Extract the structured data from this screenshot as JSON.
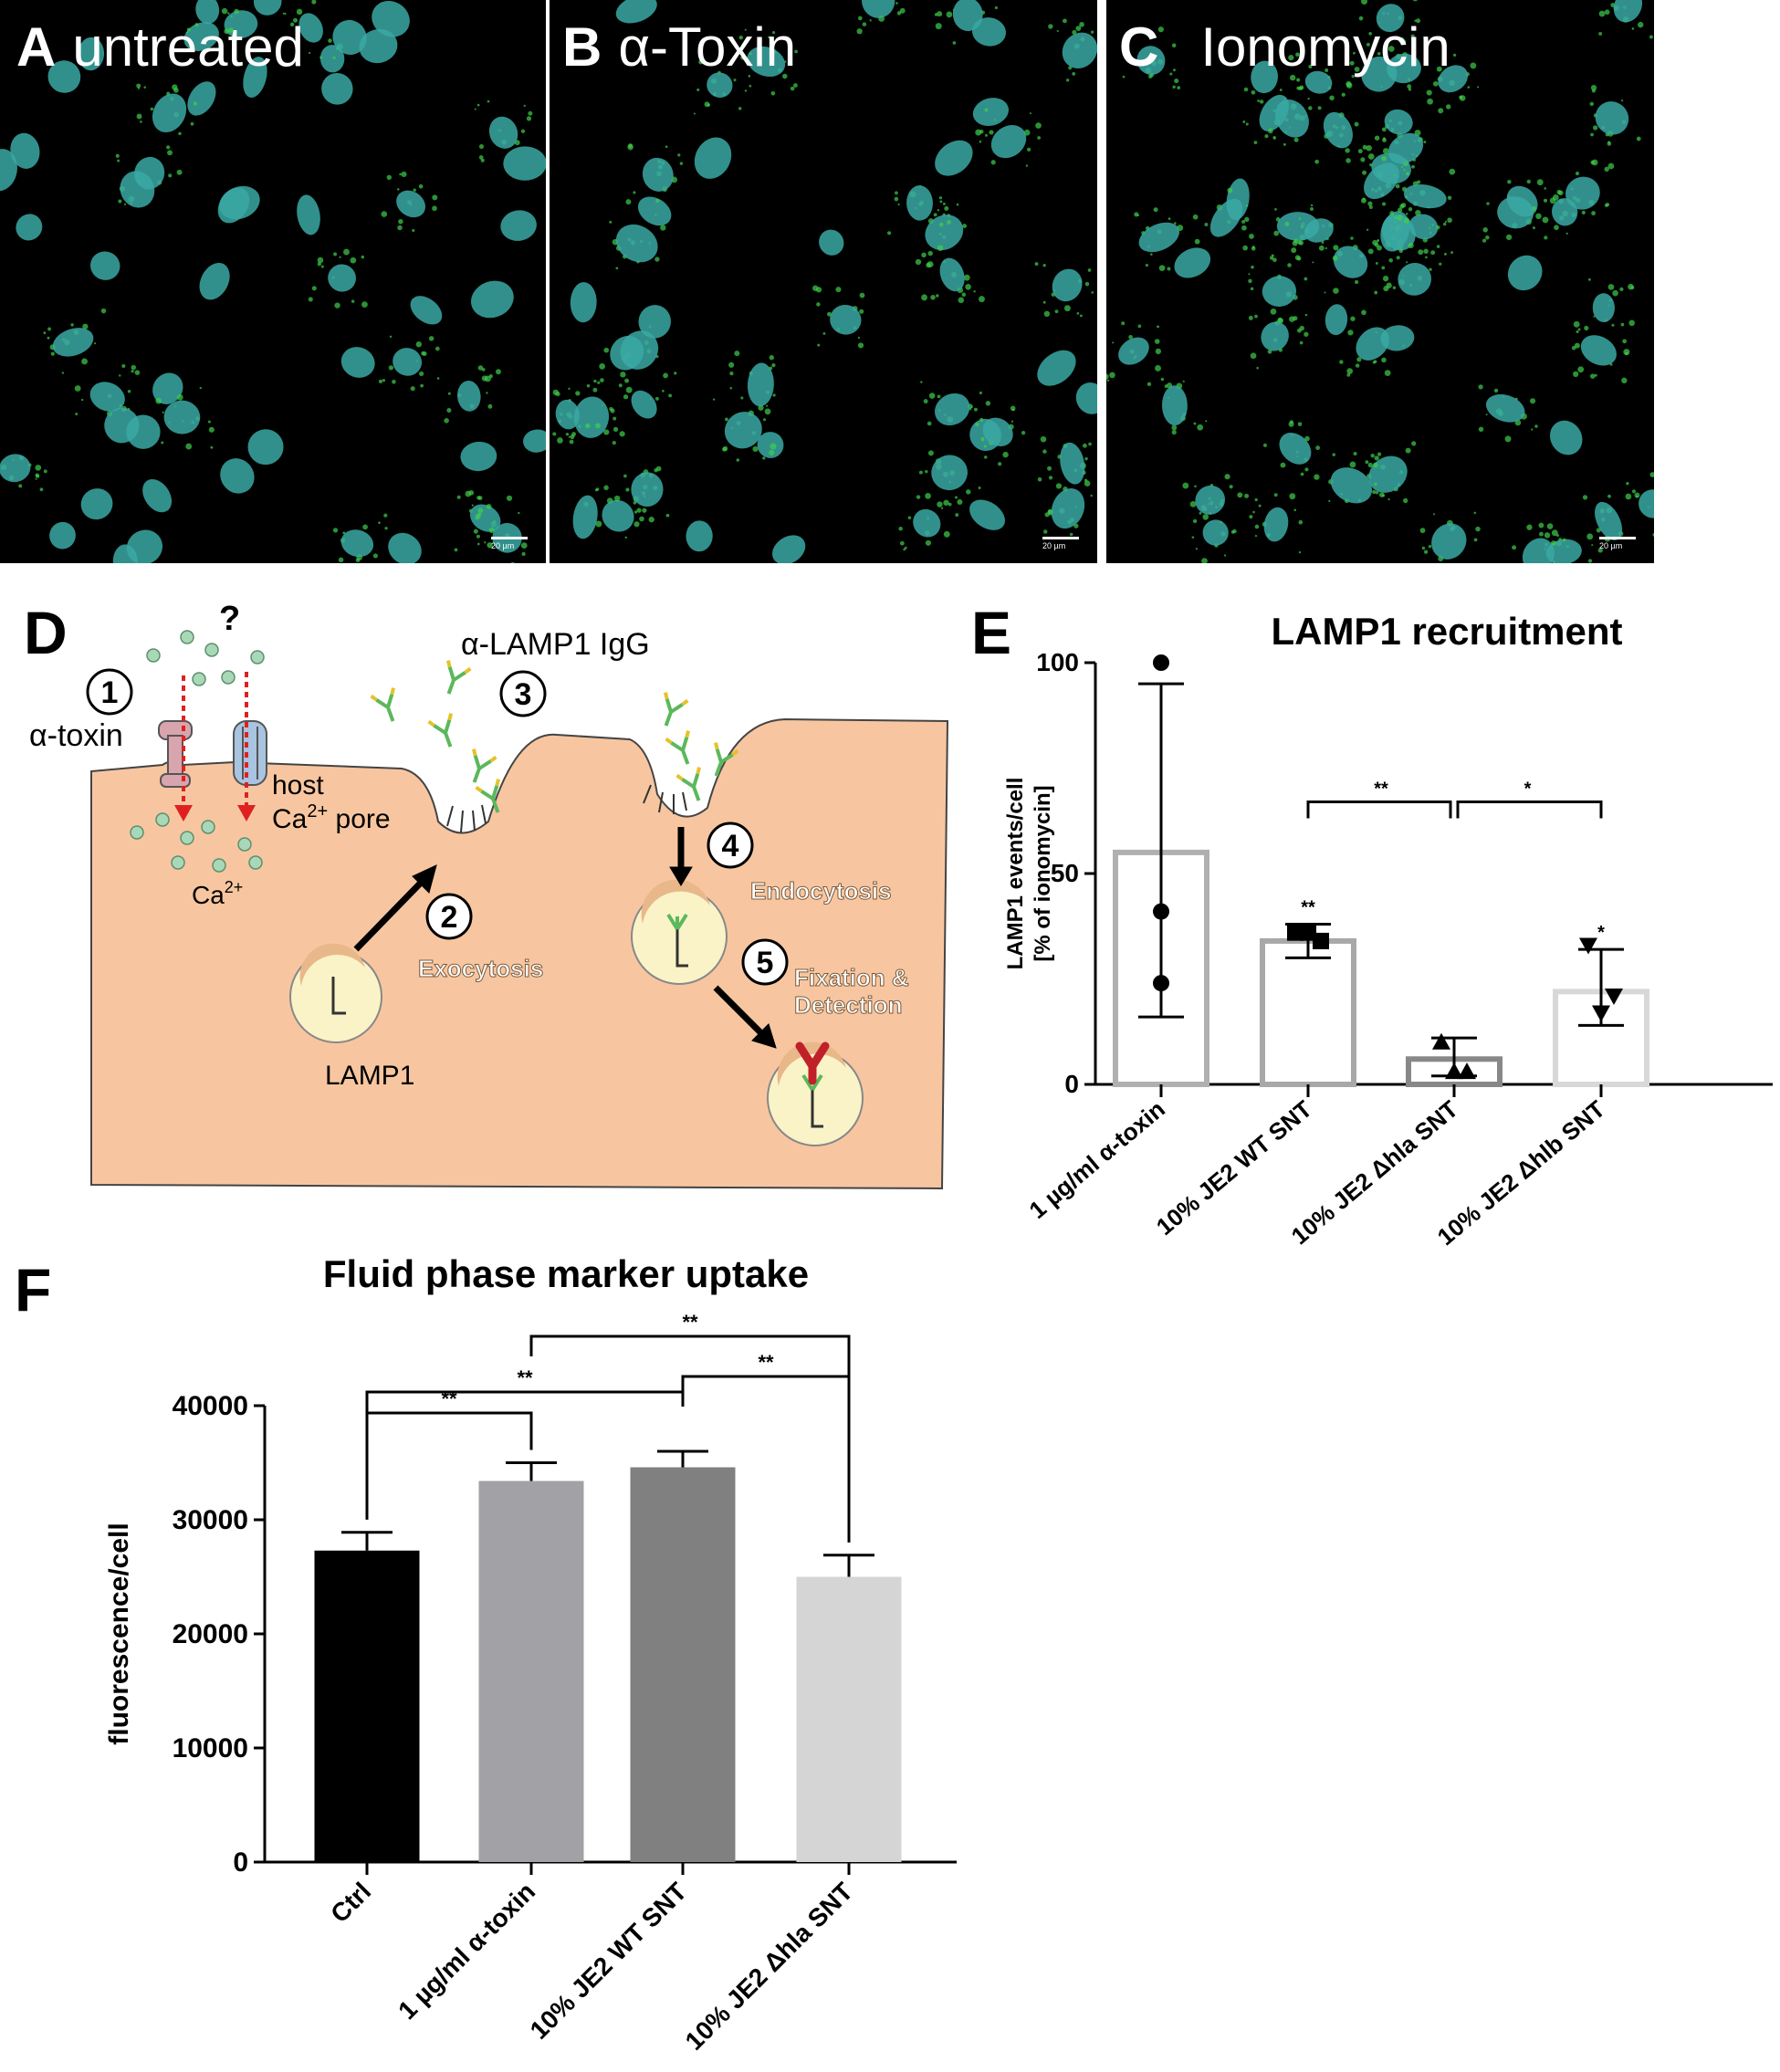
{
  "panels": {
    "A": {
      "letter": "A",
      "label": "untreated",
      "scale": "20 µm"
    },
    "B": {
      "letter": "B",
      "label": "α-Toxin",
      "scale": "20 µm"
    },
    "C": {
      "letter": "C",
      "label": "Ionomycin",
      "scale": "20 µm"
    },
    "D": {
      "letter": "D"
    },
    "E": {
      "letter": "E"
    },
    "F": {
      "letter": "F"
    }
  },
  "diagram": {
    "question": "?",
    "alpha_toxin": "α-toxin",
    "host": "host",
    "ca_pore": "Ca",
    "ca_pore_sup": "2+",
    "ca_pore_suffix": " pore",
    "ca_ion": "Ca",
    "ca_ion_sup": "2+",
    "antibody": "α-LAMP1 IgG",
    "lamp1": "LAMP1",
    "steps": [
      "1",
      "2",
      "3",
      "4",
      "5"
    ],
    "exocytosis": "Exocytosis",
    "endocytosis": "Endocytosis",
    "fixation_1": "Fixation &",
    "fixation_2": "Detection",
    "colors": {
      "cell": "#f7c6a0",
      "cell_stroke": "#444444",
      "antibody_green": "#5bb85b",
      "antibody_yellow": "#e6c229",
      "detect_red": "#c0202a",
      "ca_green": "#a9d8b8",
      "arrow_red": "#e02020",
      "toxin_pink": "#d8a4ad",
      "pore_blue": "#a9c4e0"
    }
  },
  "chart_data": [
    {
      "type": "bar",
      "title": "LAMP1 recruitment",
      "ylabel_line1": "LAMP1 events/cell",
      "ylabel_line2": "[% of ionomycin]",
      "categories": [
        "1 µg/ml α-toxin",
        "10% JE2 WT SNT",
        "10% JE2 Δhla SNT",
        "10% JE2 Δhlb SNT"
      ],
      "values": [
        55,
        34,
        6,
        22
      ],
      "error_high": [
        95,
        38,
        11,
        32
      ],
      "error_low": [
        16,
        30,
        2,
        14
      ],
      "points": [
        [
          100,
          41,
          24
        ],
        [
          36,
          36,
          34
        ],
        [
          10,
          3,
          3
        ],
        [
          33,
          17,
          21
        ]
      ],
      "markers": [
        "circle",
        "square",
        "triangle-up",
        "triangle-down"
      ],
      "bar_colors": [
        "#b0b0b0",
        "#a8a8a8",
        "#888888",
        "#d8d8d8"
      ],
      "ylim": [
        0,
        100
      ],
      "yticks": [
        0,
        50,
        100
      ],
      "bar_significance": [
        "",
        "**",
        "",
        "*"
      ],
      "brackets": [
        {
          "from": 1,
          "to": 2,
          "label": "**"
        },
        {
          "from": 2,
          "to": 3,
          "label": "*"
        }
      ]
    },
    {
      "type": "bar",
      "title": "Fluid phase marker uptake",
      "ylabel": "fluorescence/cell",
      "categories": [
        "Ctrl",
        "1 µg/ml α-toxin",
        "10% JE2 WT SNT",
        "10% JE2 Δhla SNT"
      ],
      "values": [
        27300,
        33400,
        34600,
        25000
      ],
      "errors": [
        1600,
        1600,
        1400,
        1900
      ],
      "bar_colors": [
        "#000000",
        "#a2a2a6",
        "#808080",
        "#d5d5d5"
      ],
      "ylim": [
        0,
        40000
      ],
      "yticks": [
        0,
        10000,
        20000,
        30000,
        40000
      ],
      "brackets": [
        {
          "from": 0,
          "to": 1,
          "label": "**"
        },
        {
          "from": 0,
          "to": 2,
          "label": "**"
        },
        {
          "from": 2,
          "to": 3,
          "label": "**"
        },
        {
          "from": 1,
          "to": 3,
          "label": "**"
        }
      ]
    }
  ]
}
